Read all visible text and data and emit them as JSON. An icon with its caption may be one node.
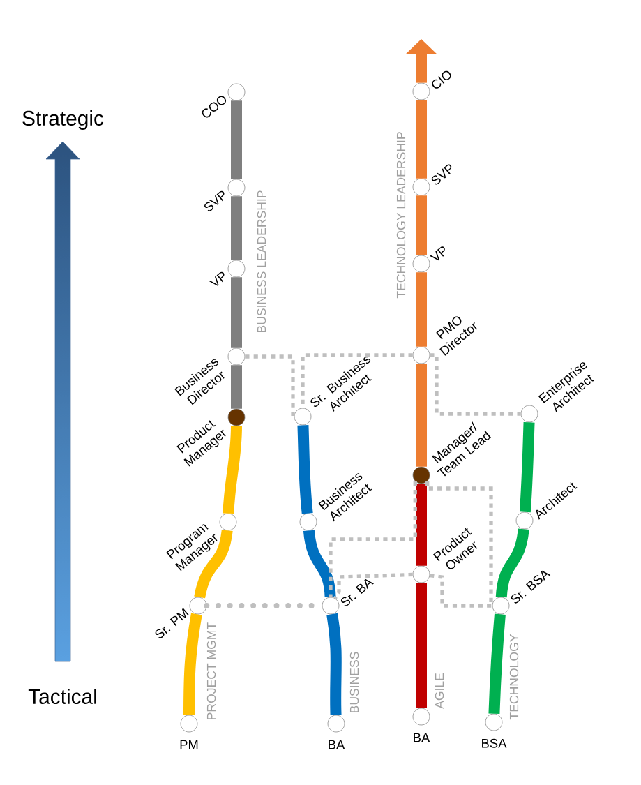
{
  "diagram": {
    "nodes": [
      {
        "text": [
          "COO"
        ]
      },
      {
        "text": [
          "SVP"
        ]
      },
      {
        "text": [
          "VP"
        ]
      },
      {
        "text": [
          "Business Director"
        ]
      },
      {
        "text": [
          "Product Manager"
        ]
      },
      {
        "text": [
          "Program Manager"
        ]
      },
      {
        "text": [
          "Sr. PM"
        ]
      },
      {
        "text": [
          "PM"
        ]
      },
      {
        "text": [
          "Sr. Business Architect"
        ]
      },
      {
        "text": [
          "Business Architect"
        ]
      },
      {
        "text": [
          "Sr. BA"
        ]
      },
      {
        "text": [
          "BA"
        ]
      },
      {
        "text": [
          "CIO"
        ]
      },
      {
        "text": [
          "SVP"
        ]
      },
      {
        "text": [
          "VP"
        ]
      },
      {
        "text": [
          "PMO Director"
        ]
      },
      {
        "text": [
          "Manager/ Team Lead"
        ]
      },
      {
        "text": [
          "Product Owner"
        ]
      },
      {
        "text": [
          "BA"
        ]
      },
      {
        "text": [
          "Enterprise Architect"
        ]
      },
      {
        "text": [
          "Architect"
        ]
      },
      {
        "text": [
          "Sr. BSA"
        ]
      },
      {
        "text": [
          "BSA"
        ]
      }
    ],
    "edges": [
      {
        "from": 0,
        "to": 1,
        "arrow": "none",
        "color": "#7f7f7f"
      },
      {
        "from": 1,
        "to": 2,
        "arrow": "none",
        "color": "#7f7f7f"
      },
      {
        "from": 2,
        "to": 3,
        "arrow": "none",
        "color": "#7f7f7f"
      },
      {
        "from": 3,
        "to": 4,
        "arrow": "none",
        "color": "#7f7f7f"
      },
      {
        "from": 4,
        "to": 5,
        "arrow": "none",
        "color": "#ffc000"
      },
      {
        "from": 5,
        "to": 6,
        "arrow": "none",
        "color": "#ffc000"
      },
      {
        "from": 6,
        "to": 7,
        "arrow": "none",
        "color": "#ffc000"
      },
      {
        "from": 8,
        "to": 9,
        "arrow": "none",
        "color": "#0070c0"
      },
      {
        "from": 9,
        "to": 10,
        "arrow": "none",
        "color": "#0070c0"
      },
      {
        "from": 10,
        "to": 11,
        "arrow": "none",
        "color": "#0070c0"
      },
      {
        "from": 12,
        "to": null,
        "arrow": "to",
        "color": "#ed7d31"
      },
      {
        "from": 12,
        "to": 13,
        "arrow": "none",
        "color": "#ed7d31"
      },
      {
        "from": 13,
        "to": 14,
        "arrow": "none",
        "color": "#ed7d31"
      },
      {
        "from": 14,
        "to": 15,
        "arrow": "none",
        "color": "#ed7d31"
      },
      {
        "from": 15,
        "to": 16,
        "arrow": "none",
        "color": "#ed7d31"
      },
      {
        "from": 16,
        "to": 17,
        "arrow": "none",
        "color": "#c00000"
      },
      {
        "from": 17,
        "to": 18,
        "arrow": "none",
        "color": "#c00000"
      },
      {
        "from": 19,
        "to": 20,
        "arrow": "none",
        "color": "#00b050"
      },
      {
        "from": 20,
        "to": 21,
        "arrow": "none",
        "color": "#00b050"
      },
      {
        "from": 21,
        "to": 22,
        "arrow": "none",
        "color": "#00b050"
      },
      {
        "from": 3,
        "to": 8,
        "arrow": "none",
        "style": "dashed",
        "color": "#bfbfbf"
      },
      {
        "from": 15,
        "to": 8,
        "arrow": "none",
        "style": "dashed",
        "color": "#bfbfbf"
      },
      {
        "from": 15,
        "to": 19,
        "arrow": "none",
        "style": "dashed",
        "color": "#bfbfbf"
      },
      {
        "from": 16,
        "to": 10,
        "arrow": "none",
        "style": "dashed",
        "color": "#bfbfbf"
      },
      {
        "from": 16,
        "to": 21,
        "arrow": "none",
        "style": "dashed",
        "color": "#bfbfbf"
      },
      {
        "from": 17,
        "to": 10,
        "arrow": "none",
        "style": "dashed",
        "color": "#bfbfbf"
      },
      {
        "from": 17,
        "to": 21,
        "arrow": "none",
        "style": "dashed",
        "color": "#bfbfbf"
      },
      {
        "from": 6,
        "to": 10,
        "arrow": "none",
        "style": "dashed",
        "color": "#bfbfbf"
      }
    ],
    "labels": [
      "Strategic",
      "Tactical",
      "BUSINESS LEADERSHIP",
      "TECHNOLOGY LEADERSHIP",
      "PROJECT MGMT",
      "BUSINESS",
      "AGILE",
      "TECHNOLOGY"
    ]
  }
}
